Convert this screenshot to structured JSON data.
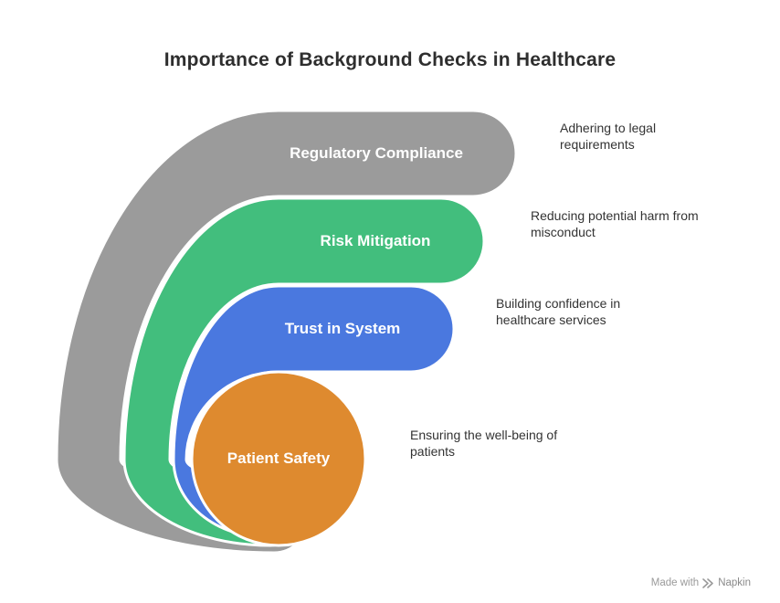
{
  "title": "Importance of Background Checks in Healthcare",
  "items": [
    {
      "label": "Regulatory Compliance",
      "description": "Adhering to legal requirements",
      "color": "#9B9B9B"
    },
    {
      "label": "Risk Mitigation",
      "description": "Reducing potential harm from misconduct",
      "color": "#42BE7D"
    },
    {
      "label": "Trust in System",
      "description": "Building confidence in healthcare services",
      "color": "#4A78DF"
    },
    {
      "label": "Patient Safety",
      "description": "Ensuring the well-being of patients",
      "color": "#DE8A2F"
    }
  ],
  "footer": {
    "made_with": "Made with",
    "brand": "Napkin"
  }
}
